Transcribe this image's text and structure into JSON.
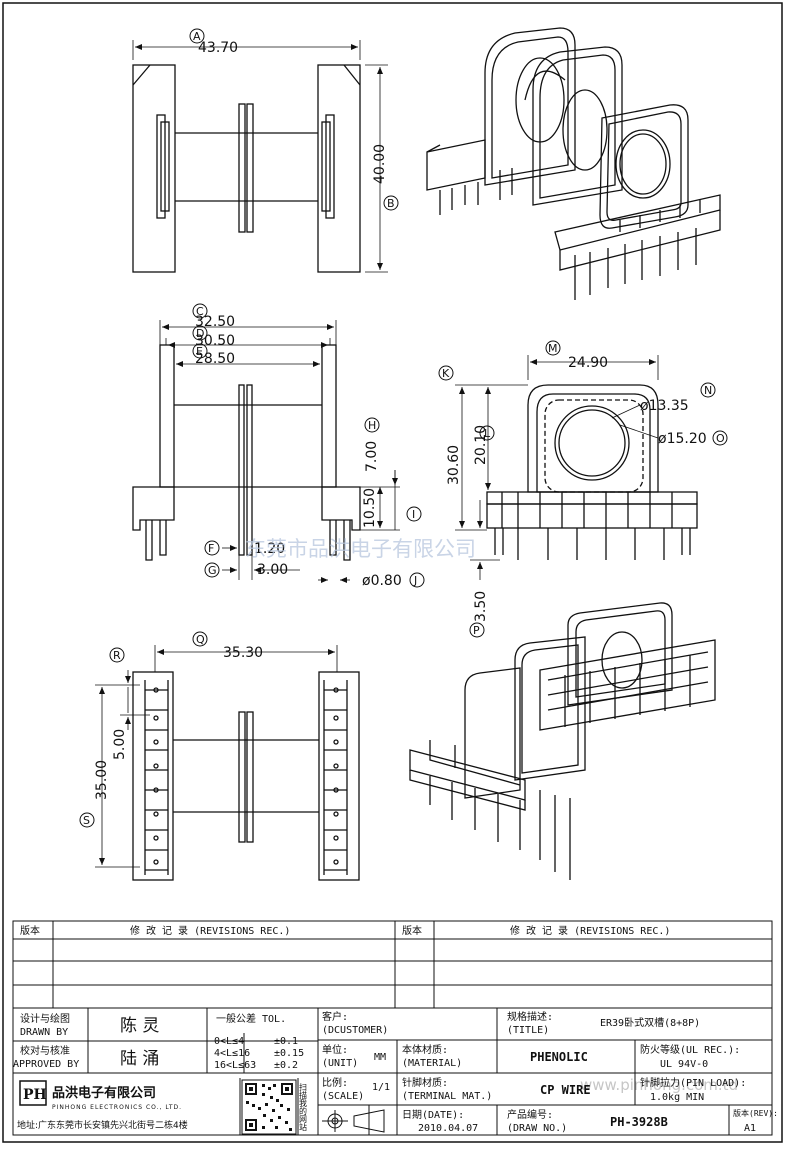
{
  "dimensions": {
    "a": "43.70",
    "b": "40.00",
    "c": "32.50",
    "d": "30.50",
    "e": "28.50",
    "h": "7.00",
    "i": "10.50",
    "f": "1.20",
    "g": "3.00",
    "j": "ø0.80",
    "m": "24.90",
    "k": "30.60",
    "l": "20.10",
    "n": "ø13.35",
    "o": "ø15.20",
    "p": "3.50",
    "q": "35.30",
    "s": "35.00",
    "r": "5.00"
  },
  "callouts": [
    "A",
    "B",
    "C",
    "D",
    "E",
    "F",
    "G",
    "H",
    "I",
    "J",
    "K",
    "L",
    "M",
    "N",
    "O",
    "P",
    "Q",
    "R",
    "S"
  ],
  "watermark": {
    "text": "东莞市品洪电子有限公司",
    "url": "www.pinhong.com.td"
  },
  "revisions": {
    "ver_label": "版本",
    "rec_label": "修 改 记 录 (REVISIONS REC.)"
  },
  "title_block": {
    "design_label": "设计与绘图",
    "design_label_en": "DRAWN BY",
    "design_name": "陈 灵",
    "check_label": "校对与核准",
    "check_label_en": "APPROVED BY",
    "check_name": "陆 涌",
    "tol_title": "一般公差 TOL.",
    "tol_rows": [
      {
        "range": "0<L≤4",
        "value": "±0.1"
      },
      {
        "range": "4<L≤16",
        "value": "±0.15"
      },
      {
        "range": "16<L≤63",
        "value": "±0.2"
      }
    ],
    "company_name": "品洪电子有限公司",
    "company_name_en": "PINHONG ELECTRONICS CO., LTD.",
    "logo_text": "PH",
    "address": "地址:广东东莞市长安镇先兴北街号二栋4楼",
    "qr_caption": "扫描我的网站",
    "customer_label": "客户:",
    "customer_label_en": "(DCUSTOMER)",
    "unit_label": "单位:",
    "unit_label_en": "(UNIT)",
    "unit_value": "MM",
    "scale_label": "比例:",
    "scale_label_en": "(SCALE)",
    "scale_value": "1/1",
    "title_label": "规格描述:",
    "title_label_en": "(TITLE)",
    "title_value": "ER39卧式双槽(8+8P)",
    "material_label": "本体材质:",
    "material_label_en": "(MATERIAL)",
    "material_value": "PHENOLIC",
    "terminal_label": "针脚材质:",
    "terminal_label_en": "(TERMINAL MAT.)",
    "terminal_value": "CP WIRE",
    "date_label": "日期(DATE):",
    "date_value": "2010.04.07",
    "drawno_label": "产品编号:",
    "drawno_label_en": "(DRAW NO.)",
    "drawno_value": "PH-3928B",
    "flame_label": "防火等级(UL REC.):",
    "flame_value": "UL 94V-0",
    "pinload_label": "针脚拉力(PIN LOAD):",
    "pinload_value": "1.0kg MIN",
    "rev_label": "版本(REV):",
    "rev_value": "A1"
  }
}
